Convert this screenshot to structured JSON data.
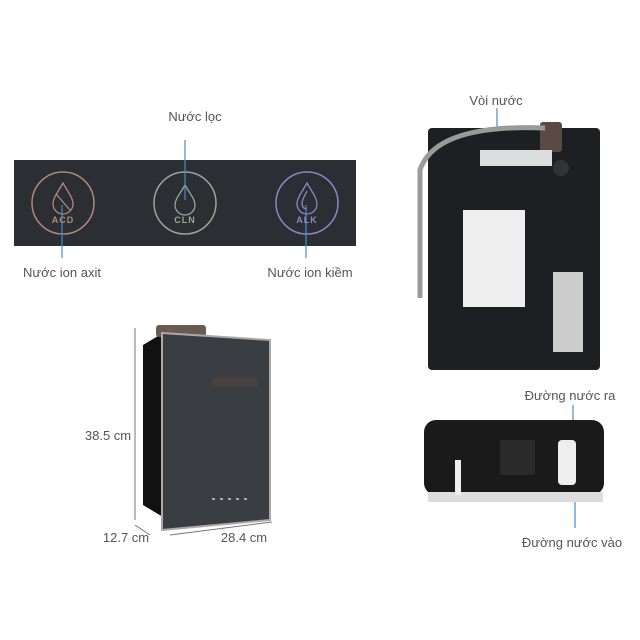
{
  "callouts": {
    "filtered": "Nước lọc",
    "acid": "Nước ion axit",
    "alkaline": "Nước ion kiềm",
    "faucet": "Vòi nước",
    "outlet": "Đường nước ra",
    "inlet": "Đường nước vào"
  },
  "panel_icons": [
    {
      "code": "ACD",
      "color": "#b08878"
    },
    {
      "code": "CLN",
      "color": "#9aa69a"
    },
    {
      "code": "ALK",
      "color": "#8c86c8"
    }
  ],
  "dimensions": {
    "height": "38.5 cm",
    "depth": "12.7 cm",
    "width": "28.4 cm"
  },
  "colors": {
    "callout_line": "#4a8ac8",
    "panel": "#2b2e33",
    "body": "#1e1f22"
  }
}
